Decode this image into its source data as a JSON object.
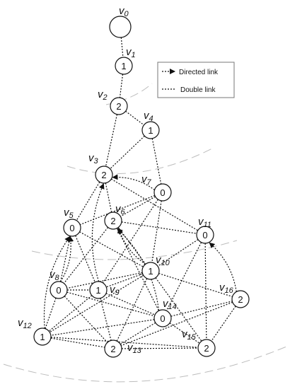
{
  "graph": {
    "nodes": [
      {
        "id": "v0",
        "label": "v",
        "sub": "0",
        "value": ""
      },
      {
        "id": "v1",
        "label": "v",
        "sub": "1",
        "value": "1"
      },
      {
        "id": "v2",
        "label": "v",
        "sub": "2",
        "value": "2"
      },
      {
        "id": "v4",
        "label": "v",
        "sub": "4",
        "value": "1"
      },
      {
        "id": "v3",
        "label": "v",
        "sub": "3",
        "value": "2"
      },
      {
        "id": "v7",
        "label": "v",
        "sub": "7",
        "value": "0"
      },
      {
        "id": "v5",
        "label": "v",
        "sub": "5",
        "value": "0"
      },
      {
        "id": "v6",
        "label": "v",
        "sub": "6",
        "value": "2"
      },
      {
        "id": "v11",
        "label": "v",
        "sub": "11",
        "value": "0"
      },
      {
        "id": "v10",
        "label": "v",
        "sub": "10",
        "value": "1"
      },
      {
        "id": "v8",
        "label": "v",
        "sub": "8",
        "value": "0"
      },
      {
        "id": "v9",
        "label": "v",
        "sub": "9",
        "value": "1"
      },
      {
        "id": "v14",
        "label": "v",
        "sub": "14",
        "value": "0"
      },
      {
        "id": "v16",
        "label": "v",
        "sub": "16",
        "value": "2"
      },
      {
        "id": "v12",
        "label": "v",
        "sub": "12",
        "value": "1"
      },
      {
        "id": "v15",
        "label": "v",
        "sub": "15",
        "value": "2"
      },
      {
        "id": "v13",
        "label": "v",
        "sub": "13",
        "value": "2"
      }
    ],
    "double_links": [
      [
        "v0",
        "v1"
      ],
      [
        "v1",
        "v2"
      ],
      [
        "v2",
        "v4"
      ],
      [
        "v2",
        "v3"
      ],
      [
        "v4",
        "v3"
      ],
      [
        "v4",
        "v7"
      ],
      [
        "v3",
        "v5"
      ],
      [
        "v3",
        "v6"
      ],
      [
        "v3",
        "v11"
      ],
      [
        "v7",
        "v5"
      ],
      [
        "v7",
        "v6"
      ],
      [
        "v7",
        "v10"
      ],
      [
        "v7",
        "v9"
      ],
      [
        "v5",
        "v10"
      ],
      [
        "v5",
        "v8"
      ],
      [
        "v6",
        "v8"
      ],
      [
        "v6",
        "v11"
      ],
      [
        "v6",
        "v10"
      ],
      [
        "v6",
        "v14"
      ],
      [
        "v11",
        "v10"
      ],
      [
        "v11",
        "v14"
      ],
      [
        "v10",
        "v8"
      ],
      [
        "v10",
        "v9"
      ],
      [
        "v10",
        "v12"
      ],
      [
        "v10",
        "v13"
      ],
      [
        "v10",
        "v16"
      ],
      [
        "v10",
        "v15"
      ],
      [
        "v8",
        "v9"
      ],
      [
        "v8",
        "v12"
      ],
      [
        "v8",
        "v13"
      ],
      [
        "v8",
        "v14"
      ],
      [
        "v9",
        "v12"
      ],
      [
        "v9",
        "v13"
      ],
      [
        "v9",
        "v14"
      ],
      [
        "v14",
        "v12"
      ],
      [
        "v14",
        "v13"
      ],
      [
        "v14",
        "v15"
      ],
      [
        "v14",
        "v16"
      ],
      [
        "v16",
        "v15"
      ],
      [
        "v16",
        "v13"
      ],
      [
        "v12",
        "v13"
      ],
      [
        "v12",
        "v15"
      ],
      [
        "v13",
        "v15"
      ],
      [
        "v5",
        "v9"
      ],
      [
        "v11",
        "v15"
      ]
    ],
    "directed_links": [
      [
        "v7",
        "v3"
      ],
      [
        "v9",
        "v3"
      ],
      [
        "v8",
        "v5"
      ],
      [
        "v10",
        "v6"
      ],
      [
        "v16",
        "v11"
      ],
      [
        "v12",
        "v5"
      ],
      [
        "v14",
        "v6"
      ]
    ]
  },
  "legend": {
    "directed_label": "Directed link",
    "double_label": "Double link"
  }
}
